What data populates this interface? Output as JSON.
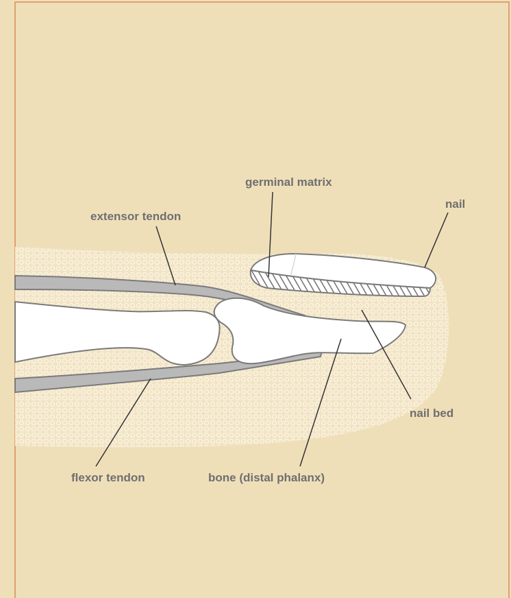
{
  "colors": {
    "background": "#efdfb9",
    "border": "#e0a070",
    "tissue_fill": "#f4e8cb",
    "tissue_pattern": "#fbf6ea",
    "outline": "#7a7a7a",
    "tendon_fill": "#b9b9b9",
    "bone_fill": "#ffffff",
    "nail_fill": "#ffffff",
    "label_text": "#6f6f6f",
    "leader_line": "#333333"
  },
  "labels": {
    "germinal_matrix": "germinal matrix",
    "nail": "nail",
    "extensor_tendon": "extensor tendon",
    "nail_bed": "nail bed",
    "flexor_tendon": "flexor tendon",
    "bone": "bone (distal phalanx)"
  }
}
